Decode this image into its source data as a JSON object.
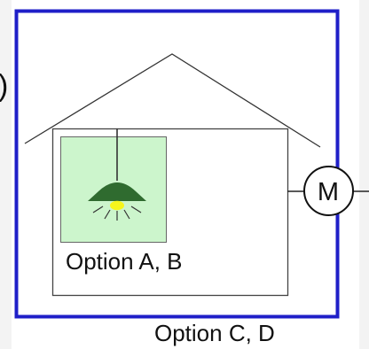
{
  "diagram": {
    "labels": {
      "lamp_area": "Option A, B",
      "outer_area": "Option C, D",
      "motor": "M",
      "left_clipped_paren": ")"
    },
    "icons": {
      "lamp": "pendant-lamp-icon",
      "motor": "motor-icon"
    },
    "colors": {
      "outer_frame": "#1f1fc8",
      "lamp_box_fill": "#ccf5cc",
      "lamp_shade": "#2f6b2f",
      "lamp_bulb": "#f6f61c",
      "line": "#333333"
    }
  }
}
